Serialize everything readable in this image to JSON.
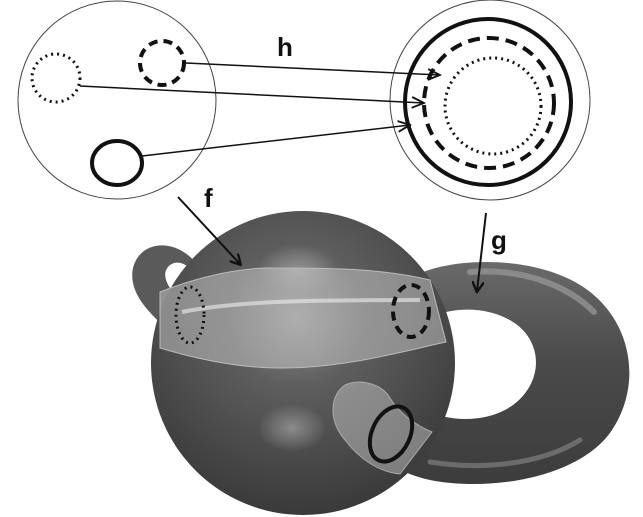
{
  "labels": {
    "h": "h",
    "f": "f",
    "g": "g"
  },
  "colors": {
    "background": "#ffffff",
    "outline": "#111111",
    "surface_dark": "#4a4a4a",
    "surface_light": "#8a8a8a",
    "band_overlay": "#d6d6d6"
  },
  "curve_styles": [
    "dotted",
    "dashed",
    "solid"
  ]
}
